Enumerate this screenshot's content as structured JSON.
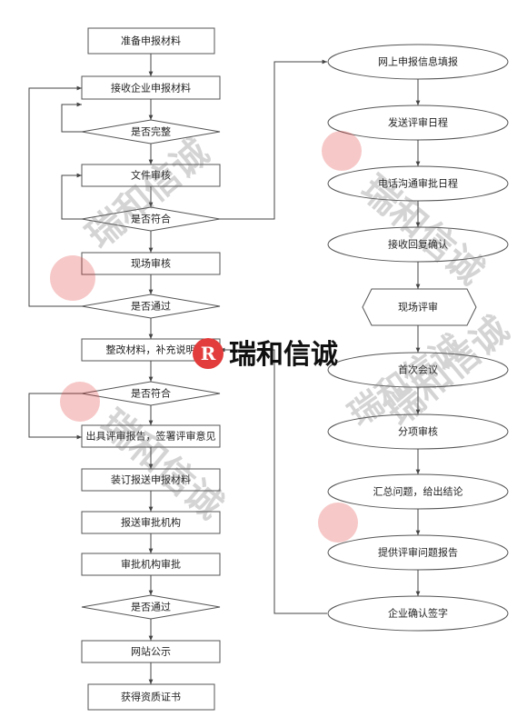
{
  "left_flow": {
    "steps": [
      "准备申报材料",
      "接收企业申报材料",
      "是否完整",
      "文件审核",
      "是否符合",
      "现场审核",
      "是否通过",
      "整改材料，补充说明",
      "是否符合",
      "出具评审报告，签署评审意见",
      "装订报送申报材料",
      "报送审批机构",
      "审批机构审批",
      "是否通过",
      "网站公示",
      "获得资质证书"
    ]
  },
  "right_flow": {
    "steps": [
      "网上申报信息填报",
      "发送评审日程",
      "电话沟通审批日程",
      "接收回复确认",
      "现场评审",
      "首次会议",
      "分项审核",
      "汇总问题，给出结论",
      "提供评审问题报告",
      "企业确认签字"
    ]
  },
  "watermark": {
    "brand_text": "瑞和信诚",
    "logo_letters": "R",
    "colors": {
      "logo_red": "#e23c3c",
      "line_gray": "#444444",
      "shape_border": "#555555"
    }
  }
}
